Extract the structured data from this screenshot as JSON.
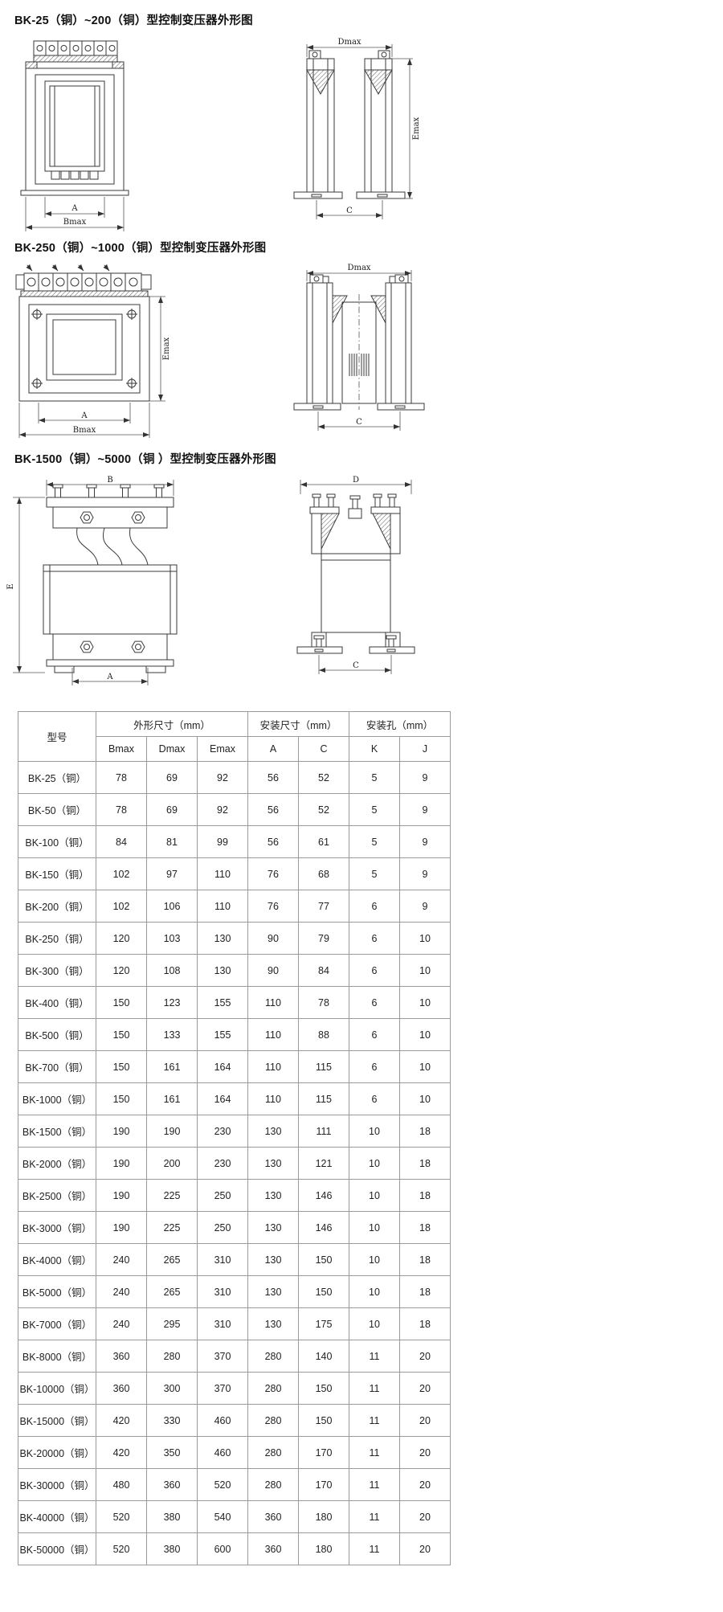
{
  "sections": [
    {
      "title": "BK-25（铜）~200（铜）型控制变压器外形图",
      "front": {
        "dim_a": "A",
        "dim_b": "Bmax"
      },
      "side": {
        "dim_d": "Dmax",
        "dim_e": "Emax",
        "dim_c": "C"
      }
    },
    {
      "title": "BK-250（铜）~1000（铜）型控制变压器外形图",
      "front": {
        "dim_a": "A",
        "dim_b": "Bmax",
        "dim_e": "Emax"
      },
      "side": {
        "dim_d": "Dmax",
        "dim_c": "C"
      }
    },
    {
      "title": "BK-1500（铜）~5000（铜 ）型控制变压器外形图",
      "front": {
        "dim_a": "A",
        "dim_b": "B",
        "dim_e": "E"
      },
      "side": {
        "dim_d": "D",
        "dim_c": "C"
      }
    }
  ],
  "table": {
    "col_model": "型号",
    "group_outline": "外形尺寸（mm）",
    "group_mount": "安装尺寸（mm）",
    "group_hole": "安装孔（mm）",
    "subheaders": [
      "Bmax",
      "Dmax",
      "Emax",
      "A",
      "C",
      "K",
      "J"
    ],
    "rows": [
      [
        "BK-25（铜）",
        "78",
        "69",
        "92",
        "56",
        "52",
        "5",
        "9"
      ],
      [
        "BK-50（铜）",
        "78",
        "69",
        "92",
        "56",
        "52",
        "5",
        "9"
      ],
      [
        "BK-100（铜）",
        "84",
        "81",
        "99",
        "56",
        "61",
        "5",
        "9"
      ],
      [
        "BK-150（铜）",
        "102",
        "97",
        "110",
        "76",
        "68",
        "5",
        "9"
      ],
      [
        "BK-200（铜）",
        "102",
        "106",
        "110",
        "76",
        "77",
        "6",
        "9"
      ],
      [
        "BK-250（铜）",
        "120",
        "103",
        "130",
        "90",
        "79",
        "6",
        "10"
      ],
      [
        "BK-300（铜）",
        "120",
        "108",
        "130",
        "90",
        "84",
        "6",
        "10"
      ],
      [
        "BK-400（铜）",
        "150",
        "123",
        "155",
        "110",
        "78",
        "6",
        "10"
      ],
      [
        "BK-500（铜）",
        "150",
        "133",
        "155",
        "110",
        "88",
        "6",
        "10"
      ],
      [
        "BK-700（铜）",
        "150",
        "161",
        "164",
        "110",
        "115",
        "6",
        "10"
      ],
      [
        "BK-1000（铜）",
        "150",
        "161",
        "164",
        "110",
        "115",
        "6",
        "10"
      ],
      [
        "BK-1500（铜）",
        "190",
        "190",
        "230",
        "130",
        "111",
        "10",
        "18"
      ],
      [
        "BK-2000（铜）",
        "190",
        "200",
        "230",
        "130",
        "121",
        "10",
        "18"
      ],
      [
        "BK-2500（铜）",
        "190",
        "225",
        "250",
        "130",
        "146",
        "10",
        "18"
      ],
      [
        "BK-3000（铜）",
        "190",
        "225",
        "250",
        "130",
        "146",
        "10",
        "18"
      ],
      [
        "BK-4000（铜）",
        "240",
        "265",
        "310",
        "130",
        "150",
        "10",
        "18"
      ],
      [
        "BK-5000（铜）",
        "240",
        "265",
        "310",
        "130",
        "150",
        "10",
        "18"
      ],
      [
        "BK-7000（铜）",
        "240",
        "295",
        "310",
        "130",
        "175",
        "10",
        "18"
      ],
      [
        "BK-8000（铜）",
        "360",
        "280",
        "370",
        "280",
        "140",
        "11",
        "20"
      ],
      [
        "BK-10000（铜）",
        "360",
        "300",
        "370",
        "280",
        "150",
        "11",
        "20"
      ],
      [
        "BK-15000（铜）",
        "420",
        "330",
        "460",
        "280",
        "150",
        "11",
        "20"
      ],
      [
        "BK-20000（铜）",
        "420",
        "350",
        "460",
        "280",
        "170",
        "11",
        "20"
      ],
      [
        "BK-30000（铜）",
        "480",
        "360",
        "520",
        "280",
        "170",
        "11",
        "20"
      ],
      [
        "BK-40000（铜）",
        "520",
        "380",
        "540",
        "360",
        "180",
        "11",
        "20"
      ],
      [
        "BK-50000（铜）",
        "520",
        "380",
        "600",
        "360",
        "180",
        "11",
        "20"
      ]
    ]
  }
}
